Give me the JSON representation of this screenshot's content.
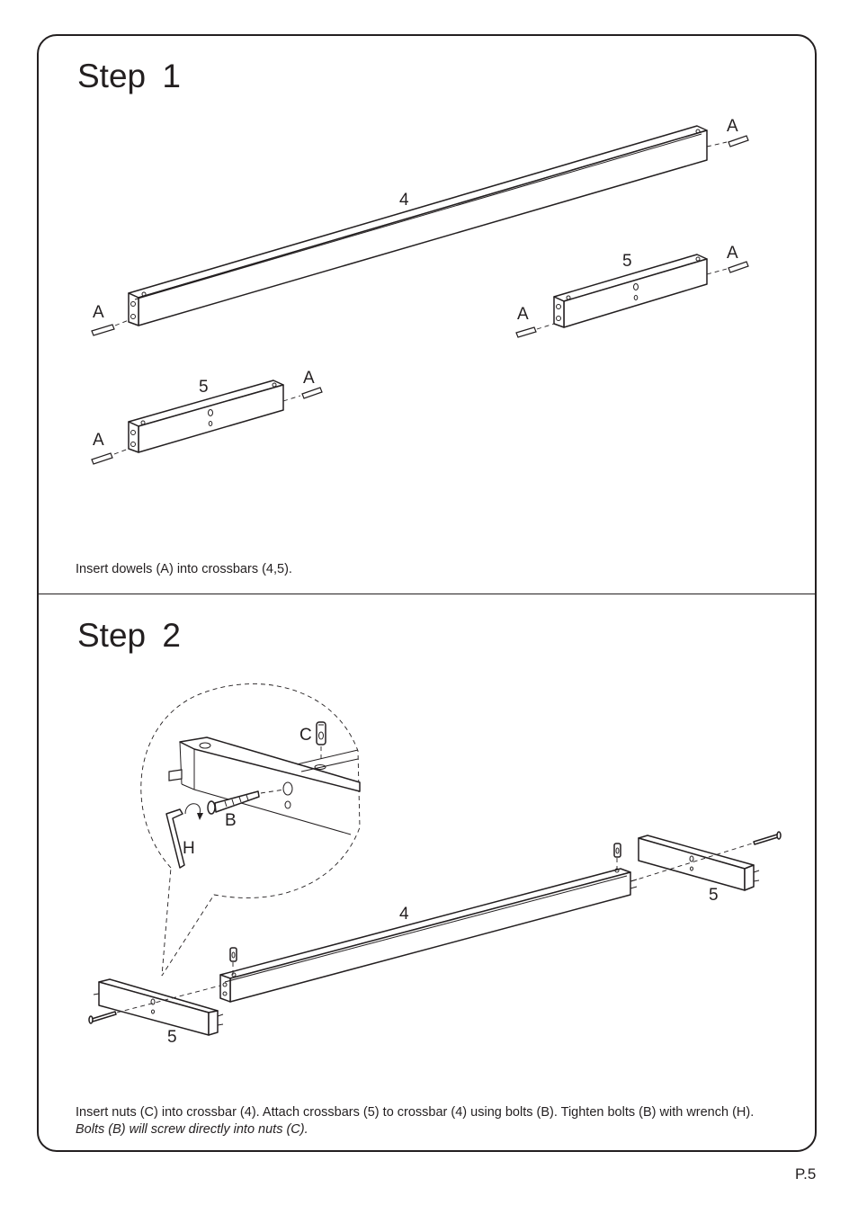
{
  "page": {
    "number": "P.5"
  },
  "step1": {
    "title": "Step  1",
    "caption": "Insert dowels (A) into crossbars (4,5).",
    "labels": {
      "long_bar": "4",
      "short_bar_right": "5",
      "short_bar_left": "5",
      "dowel": "A"
    }
  },
  "step2": {
    "title": "Step  2",
    "caption_regular": "Insert nuts (C) into crossbar (4). Attach crossbars (5) to crossbar (4) using bolts (B). Tighten bolts (B) with wrench (H).",
    "caption_italic": "Bolts (B) will screw directly into nuts (C).",
    "labels": {
      "nut": "C",
      "bolt": "B",
      "wrench": "H",
      "long_bar": "4",
      "short_bar": "5"
    }
  }
}
